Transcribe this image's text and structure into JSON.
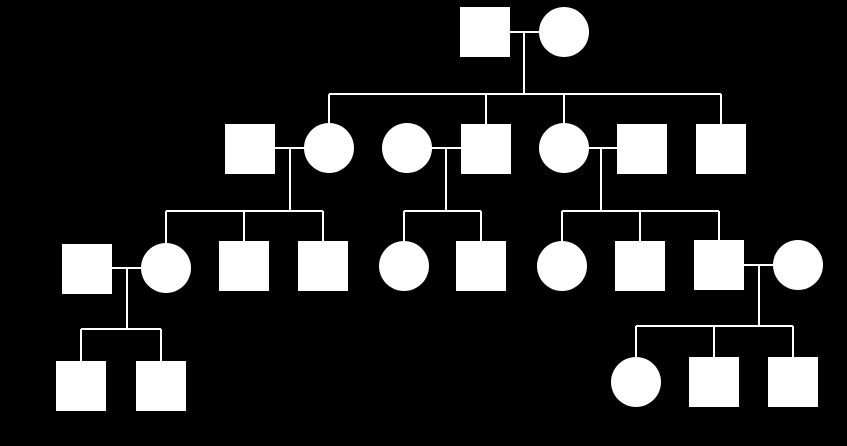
{
  "colors": {
    "background": "#000000",
    "symbol_fill": "#ffffff",
    "line": "#ffffff"
  },
  "legend_semantics": {
    "square": "male",
    "circle": "female"
  },
  "generations": [
    {
      "index": 1,
      "individuals": [
        "male",
        "female"
      ]
    },
    {
      "index": 2,
      "individuals": [
        "male",
        "female",
        "female",
        "male",
        "female",
        "male",
        "male"
      ]
    },
    {
      "index": 3,
      "individuals": [
        "male",
        "female",
        "male",
        "male",
        "female",
        "male",
        "female",
        "male",
        "male",
        "female"
      ]
    },
    {
      "index": 4,
      "individuals": [
        "male",
        "male",
        "female",
        "male",
        "male"
      ]
    }
  ]
}
